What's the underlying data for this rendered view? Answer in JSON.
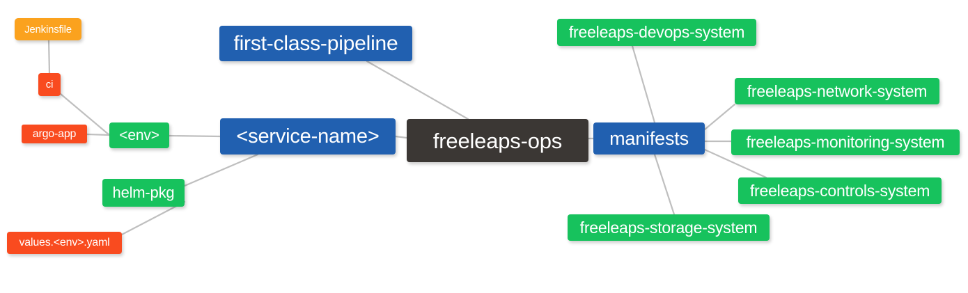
{
  "diagram": {
    "title": "freeleaps-ops",
    "type": "mindmap",
    "background": "#ffffff",
    "edge_color": "#bfbfbf",
    "palette": {
      "root": "#3b3734",
      "blue": "#2160b0",
      "green": "#17c25d",
      "orange": "#fba21e",
      "red": "#f94b1f",
      "text": "#ffffff"
    }
  },
  "nodes": {
    "root": {
      "label": "freeleaps-ops",
      "color": "#3b3734"
    },
    "first_class_pipeline": {
      "label": "first-class-pipeline",
      "color": "#2160b0"
    },
    "service_name": {
      "label": "<service-name>",
      "color": "#2160b0"
    },
    "manifests": {
      "label": "manifests",
      "color": "#2160b0"
    },
    "env": {
      "label": "<env>",
      "color": "#17c25d"
    },
    "helm_pkg": {
      "label": "helm-pkg",
      "color": "#17c25d"
    },
    "jenkinsfile": {
      "label": "Jenkinsfile",
      "color": "#fba21e"
    },
    "ci": {
      "label": "ci",
      "color": "#f94b1f"
    },
    "argo_app": {
      "label": "argo-app",
      "color": "#f94b1f"
    },
    "values_yaml": {
      "label": "values.<env>.yaml",
      "color": "#f94b1f"
    },
    "devops_system": {
      "label": "freeleaps-devops-system",
      "color": "#17c25d"
    },
    "network_system": {
      "label": "freeleaps-network-system",
      "color": "#17c25d"
    },
    "monitoring_system": {
      "label": "freeleaps-monitoring-system",
      "color": "#17c25d"
    },
    "controls_system": {
      "label": "freeleaps-controls-system",
      "color": "#17c25d"
    },
    "storage_system": {
      "label": "freeleaps-storage-system",
      "color": "#17c25d"
    }
  },
  "edges": [
    {
      "from": "root",
      "to": "first_class_pipeline"
    },
    {
      "from": "root",
      "to": "service_name"
    },
    {
      "from": "root",
      "to": "manifests"
    },
    {
      "from": "service_name",
      "to": "env"
    },
    {
      "from": "service_name",
      "to": "helm_pkg"
    },
    {
      "from": "env",
      "to": "ci"
    },
    {
      "from": "env",
      "to": "argo_app"
    },
    {
      "from": "ci",
      "to": "jenkinsfile"
    },
    {
      "from": "helm_pkg",
      "to": "values_yaml"
    },
    {
      "from": "manifests",
      "to": "devops_system"
    },
    {
      "from": "manifests",
      "to": "network_system"
    },
    {
      "from": "manifests",
      "to": "monitoring_system"
    },
    {
      "from": "manifests",
      "to": "controls_system"
    },
    {
      "from": "manifests",
      "to": "storage_system"
    }
  ]
}
